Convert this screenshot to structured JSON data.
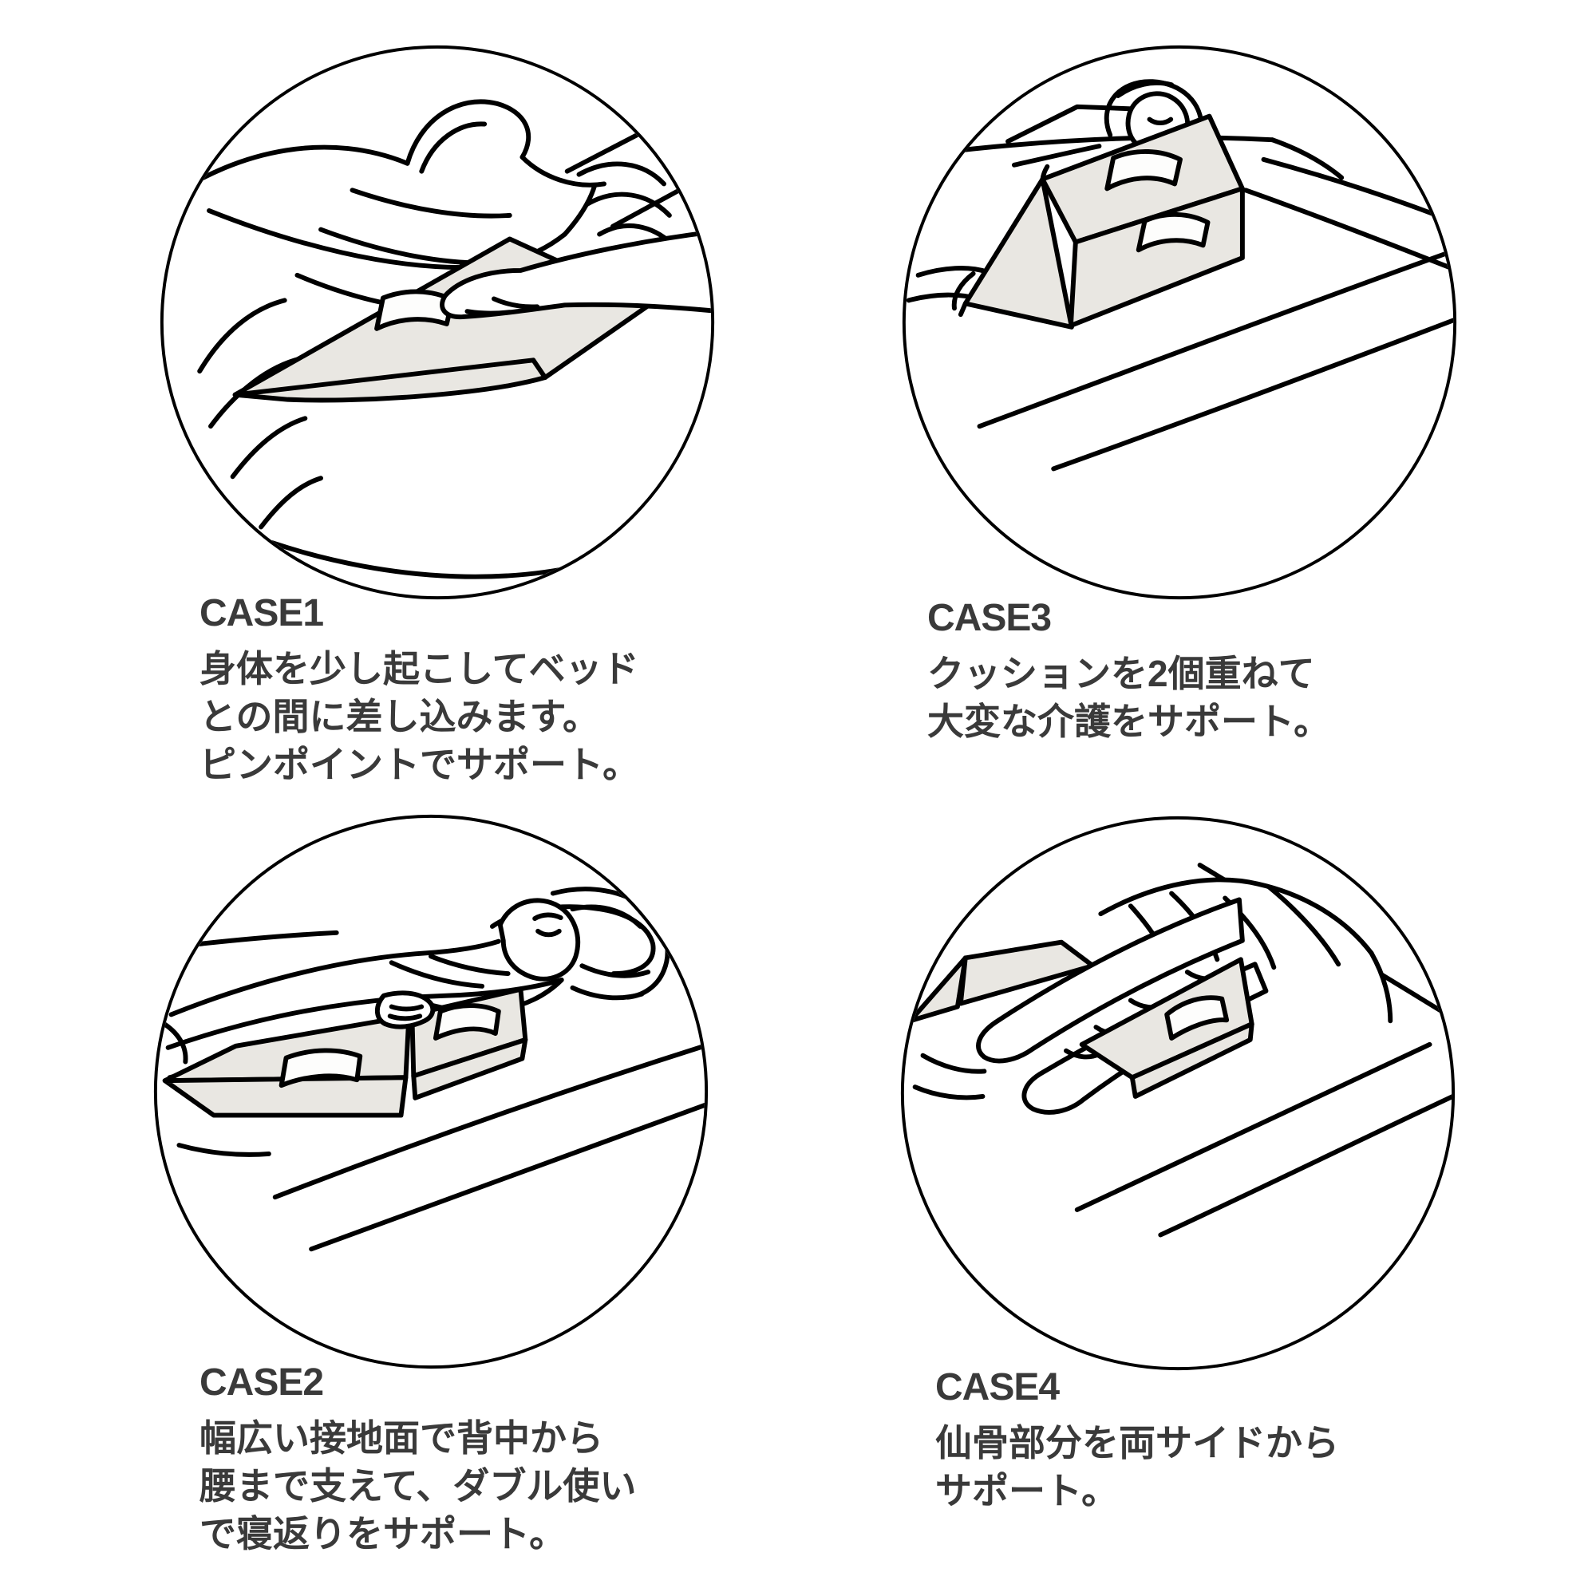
{
  "page": {
    "background": "#ffffff"
  },
  "colors": {
    "line": "#000000",
    "cushion_fill": "#e9e7e2",
    "text": "#3a3a3a",
    "background": "#ffffff"
  },
  "cases": [
    {
      "id": "case1",
      "title": "CASE1",
      "lines": [
        "身体を少し起こしてベッド",
        "との間に差し込みます。",
        "ピンポイントでサポート。"
      ],
      "illustration": "wedge-cushion-inserted-under-side-lying-person"
    },
    {
      "id": "case3",
      "title": "CASE3",
      "lines": [
        "クッションを2個重ねて",
        "大変な介護をサポート。"
      ],
      "illustration": "two-wedge-cushions-stacked-beside-sleeping-person"
    },
    {
      "id": "case2",
      "title": "CASE2",
      "lines": [
        "幅広い接地面で背中から",
        "腰まで支えて、ダブル使い",
        "で寝返りをサポート。"
      ],
      "illustration": "two-wedge-cushions-side-by-side-supporting-back-to-hip"
    },
    {
      "id": "case4",
      "title": "CASE4",
      "lines": [
        "仙骨部分を両サイドから",
        "サポート。"
      ],
      "illustration": "wedge-cushions-supporting-sacrum-from-both-sides"
    }
  ]
}
